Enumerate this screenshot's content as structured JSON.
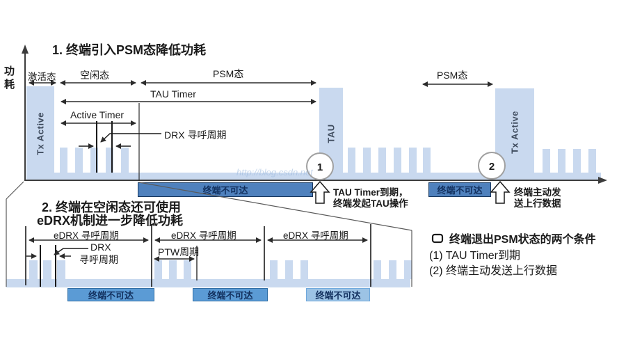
{
  "colors": {
    "light_blue": "#c9d9ef",
    "unreachable_dark": "#4f81bd",
    "unreachable_mid": "#5b9bd5",
    "unreachable_pale": "#9cc3e5",
    "navy_text": "#12305e",
    "line": "#2b2b2b"
  },
  "watermark": "http://blog.csdn.net",
  "axis": {
    "y_label": "功耗"
  },
  "s1": {
    "title": "1. 终端引入PSM态降低功耗",
    "active_state": "激活态",
    "idle_state": "空闲态",
    "psm_state": "PSM态",
    "psm_state2": "PSM态",
    "tau_timer": "TAU Timer",
    "active_timer": "Active Timer",
    "drx_cycle": "DRX 寻呼周期",
    "tx_active1": "Tx Active",
    "tau_bar": "TAU",
    "tx_active2": "Tx Active",
    "unreachable1": "终端不可达",
    "unreachable2": "终端不可达",
    "circle1": "1",
    "circle2": "2",
    "note1_line1": "TAU Timer到期，",
    "note1_line2": "终端发起TAU操作",
    "note2_line1": "终端主动发",
    "note2_line2": "送上行数据"
  },
  "s2": {
    "title_line1": "2. 终端在空闲态还可使用",
    "title_line2": "eDRX机制进一步降低功耗",
    "edrx1": "eDRX 寻呼周期",
    "edrx2": "eDRX 寻呼周期",
    "edrx3": "eDRX 寻呼周期",
    "drx_line1": "DRX",
    "drx_line2": "寻呼周期",
    "ptw": "PTW周期",
    "unreachable1": "终端不可达",
    "unreachable2": "终端不可达",
    "unreachable3": "终端不可达"
  },
  "legend": {
    "title": "终端退出PSM状态的两个条件",
    "item1": "(1) TAU Timer到期",
    "item2": "(2) 终端主动发送上行数据"
  }
}
